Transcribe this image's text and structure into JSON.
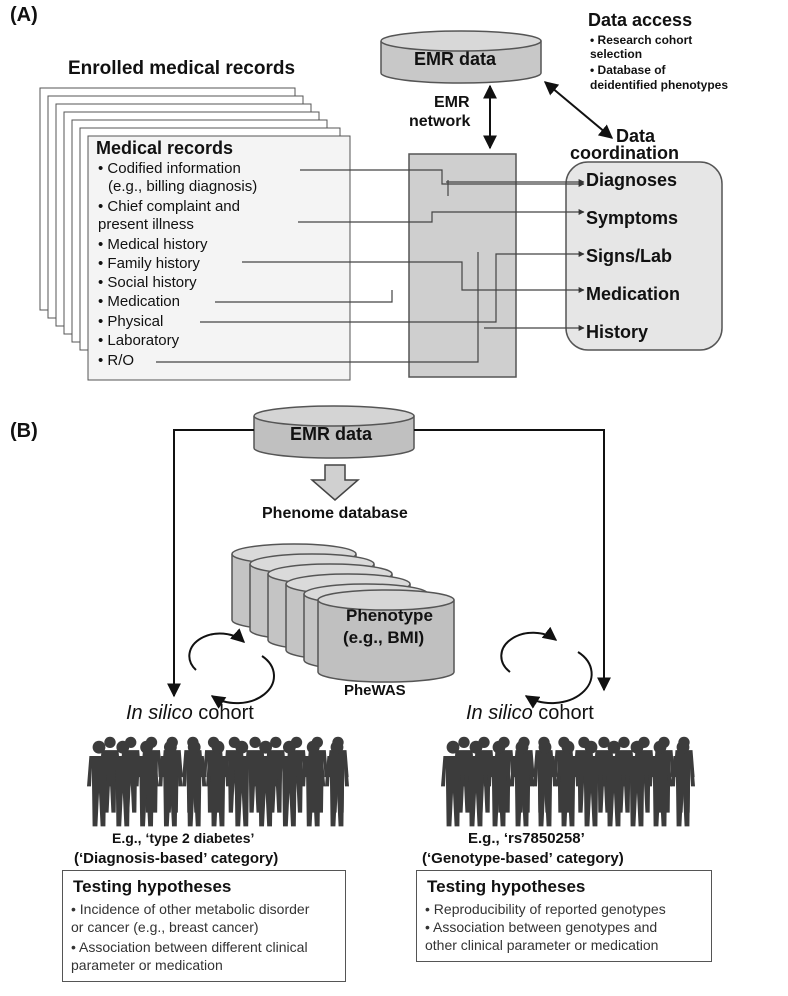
{
  "panel_a": {
    "label": "(A)",
    "enrolled_title": "Enrolled medical records",
    "records_title": "Medical records",
    "record_items": [
      "• Codified information",
      "(e.g., billing diagnosis)",
      "• Chief complaint and",
      "present illness",
      "• Medical history",
      "• Family history",
      "• Social history",
      "• Medication",
      "• Physical",
      "• Laboratory",
      "• R/O"
    ],
    "emr_data": "EMR data",
    "emr_network": [
      "EMR",
      "network"
    ],
    "data_access_title": "Data access",
    "data_access_items": [
      "• Research cohort",
      "selection",
      "• Database of",
      "deidentified phenotypes"
    ],
    "data_coordination": [
      "Data",
      "coordination"
    ],
    "categories": [
      "Diagnoses",
      "Symptoms",
      "Signs/Lab",
      "Medication",
      "History"
    ]
  },
  "panel_b": {
    "label": "(B)",
    "emr_data": "EMR data",
    "phenome_database": "Phenome database",
    "phenotype": [
      "Phenotype",
      "(e.g., BMI)"
    ],
    "phewas": "PheWAS",
    "left_cohort": {
      "title_italic": "In silico",
      "title_rest": " cohort",
      "example": "E.g., ‘type 2 diabetes’",
      "category": "(‘Diagnosis-based’ category)",
      "box_title": "Testing hypotheses",
      "box_items": [
        "• Incidence of other metabolic disorder",
        "or cancer (e.g., breast cancer)",
        "• Association between different clinical",
        "parameter or medication"
      ]
    },
    "right_cohort": {
      "title_italic": "In silico",
      "title_rest": " cohort",
      "example": "E.g., ‘rs7850258’",
      "category": "(‘Genotype-based’ category)",
      "box_title": "Testing hypotheses",
      "box_items": [
        "• Reproducibility of reported genotypes",
        "• Association between genotypes and",
        "other clinical parameter or medication"
      ]
    }
  }
}
